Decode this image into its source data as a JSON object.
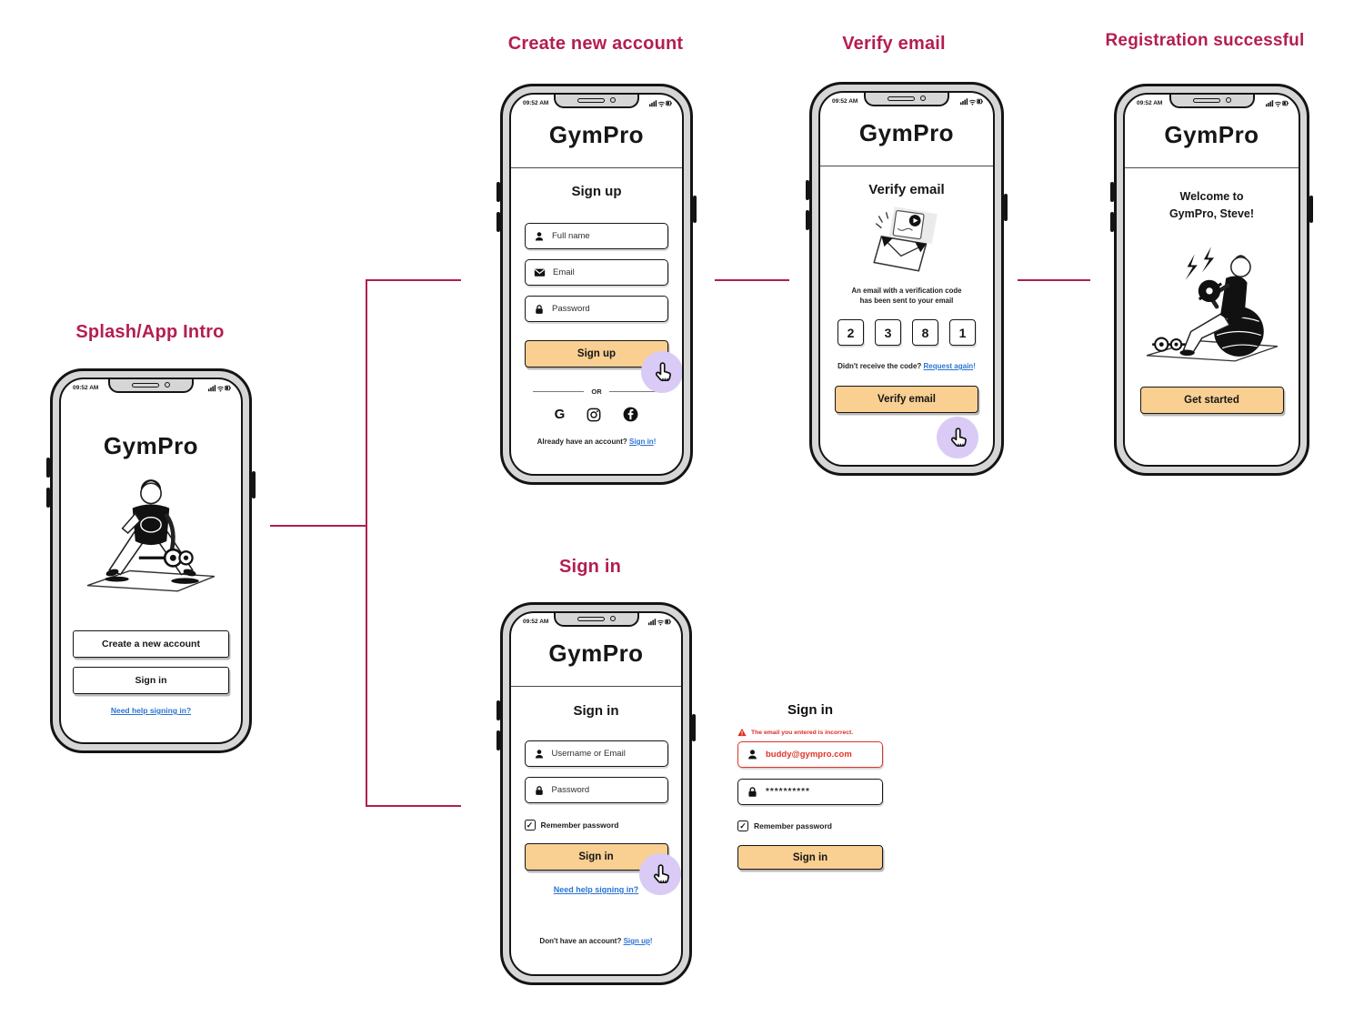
{
  "app_name": "GymPro",
  "status_bar": {
    "time": "09:52 AM"
  },
  "colors": {
    "accent": "#b41e50",
    "connector": "#b01e50",
    "button_fill": "#f9cf92",
    "cursor_circle": "#d9cbf6",
    "link_blue": "#2b74d4",
    "error_red": "#e02b26"
  },
  "icons": {
    "check_glyph": "✓",
    "google_glyph": "G",
    "facebook_glyph": "f"
  },
  "screens": {
    "splash": {
      "flow_label": "Splash/App Intro",
      "create_account_button": "Create a new account",
      "sign_in_button": "Sign in",
      "help_link": "Need help signing in?"
    },
    "signup": {
      "flow_label": "Create new account",
      "heading": "Sign up",
      "fields": {
        "full_name": "Full name",
        "email": "Email",
        "password": "Password"
      },
      "submit_label": "Sign up",
      "divider": "OR",
      "social": [
        "google",
        "instagram",
        "facebook"
      ],
      "footer_text": "Already have an account?",
      "footer_link": "Sign in",
      "footer_suffix": "!"
    },
    "verify": {
      "flow_label": "Verify email",
      "heading": "Verify email",
      "info_line1": "An email with a verification code",
      "info_line2": "has been sent to your email",
      "code": [
        "2",
        "3",
        "8",
        "1"
      ],
      "resend_text": "Didn't receive the code?",
      "resend_link": "Request again",
      "resend_suffix": "!",
      "submit_label": "Verify email"
    },
    "success": {
      "flow_label": "Registration successful",
      "welcome_line1": "Welcome to",
      "welcome_line2": "GymPro, Steve!",
      "submit_label": "Get started"
    },
    "signin": {
      "flow_label": "Sign in",
      "heading": "Sign in",
      "fields": {
        "username": "Username or Email",
        "password": "Password"
      },
      "remember_label": "Remember password",
      "submit_label": "Sign in",
      "help_link": "Need help signing in?",
      "footer_text": "Don't have an account?",
      "footer_link": "Sign up",
      "footer_suffix": "!"
    },
    "signin_error": {
      "heading": "Sign in",
      "error_message": "The email you entered is incorrect.",
      "email_value": "buddy@gympro.com",
      "password_value": "**********",
      "remember_label": "Remember password",
      "submit_label": "Sign in"
    }
  }
}
